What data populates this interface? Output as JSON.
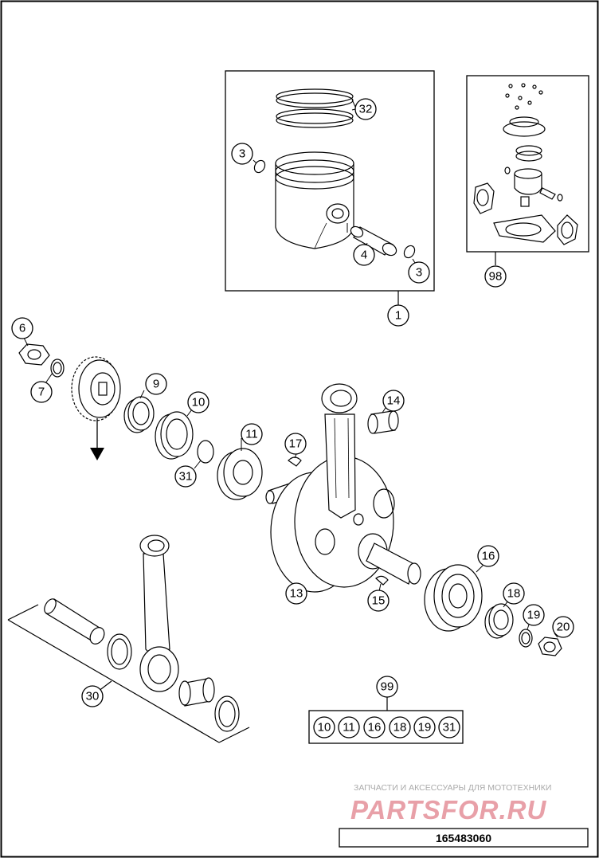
{
  "diagram": {
    "document_number": "165483060",
    "watermark": {
      "tagline": "ЗАПЧАСТИ И АКСЕССУАРЫ ДЛЯ МОТОТЕХНИКИ",
      "logo_text": "PARTSFOR.RU"
    },
    "callouts": {
      "c1": "1",
      "c3a": "3",
      "c3b": "3",
      "c4": "4",
      "c32": "32",
      "c98": "98",
      "c6": "6",
      "c7": "7",
      "c9": "9",
      "c10": "10",
      "c31": "31",
      "c11": "11",
      "c17": "17",
      "c14": "14",
      "c13": "13",
      "c15": "15",
      "c16": "16",
      "c18": "18",
      "c19": "19",
      "c20": "20",
      "c30": "30",
      "c99": "99"
    },
    "kit_99_items": [
      "10",
      "11",
      "16",
      "18",
      "19",
      "31"
    ]
  }
}
